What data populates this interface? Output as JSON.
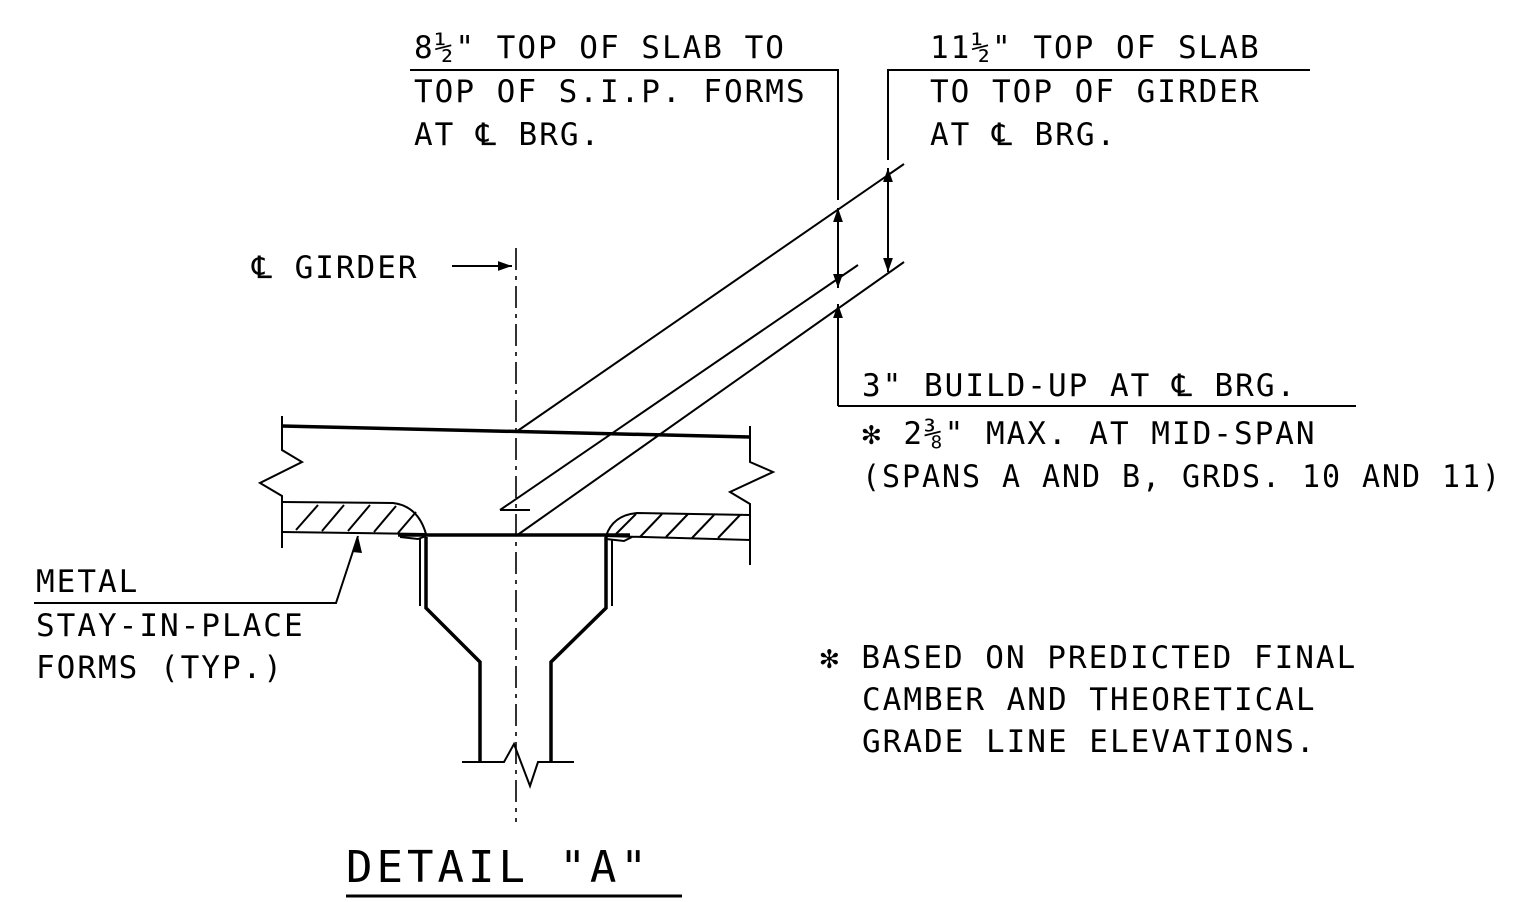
{
  "title": "DETAIL \"A\"",
  "notes": {
    "slab_to_sip": {
      "line1": "8½\" TOP OF SLAB TO",
      "line2": "TOP OF S.I.P. FORMS",
      "line3": "AT ℄ BRG."
    },
    "slab_to_girder": {
      "line1": "11½\" TOP OF SLAB",
      "line2": "TO TOP OF GIRDER",
      "line3": "AT ℄ BRG."
    },
    "girder_cl": "℄ GIRDER",
    "buildup": {
      "line1": "3\" BUILD-UP AT ℄ BRG.",
      "line2": "✻ 2⅜\" MAX. AT MID-SPAN",
      "line3": "(SPANS A AND B, GRDS. 10 AND 11)"
    },
    "forms": {
      "line1": "METAL",
      "line2": "STAY-IN-PLACE",
      "line3": "FORMS (TYP.)"
    },
    "footnote": {
      "line1": "✻ BASED ON PREDICTED FINAL",
      "line2": "CAMBER AND THEORETICAL",
      "line3": "GRADE LINE ELEVATIONS."
    }
  }
}
